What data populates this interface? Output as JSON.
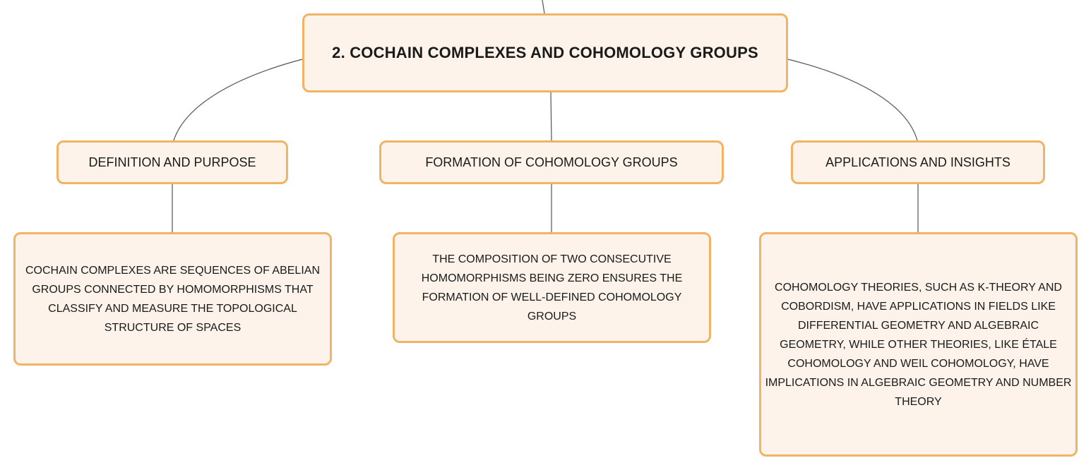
{
  "diagram": {
    "root": {
      "label": "2. COCHAIN COMPLEXES AND COHOMOLOGY GROUPS"
    },
    "topics": [
      {
        "label": "DEFINITION AND PURPOSE",
        "detail": "COCHAIN COMPLEXES ARE SEQUENCES OF ABELIAN GROUPS CONNECTED BY HOMOMORPHISMS THAT CLASSIFY AND MEASURE THE TOPOLOGICAL STRUCTURE OF SPACES"
      },
      {
        "label": "FORMATION OF COHOMOLOGY GROUPS",
        "detail": "THE COMPOSITION OF TWO CONSECUTIVE HOMOMORPHISMS BEING ZERO ENSURES THE FORMATION OF WELL-DEFINED COHOMOLOGY GROUPS"
      },
      {
        "label": "APPLICATIONS AND INSIGHTS",
        "detail": "COHOMOLOGY THEORIES, SUCH AS K-THEORY AND COBORDISM, HAVE APPLICATIONS IN FIELDS LIKE DIFFERENTIAL GEOMETRY AND ALGEBRAIC GEOMETRY, WHILE OTHER THEORIES, LIKE ÉTALE COHOMOLOGY AND WEIL COHOMOLOGY, HAVE IMPLICATIONS IN ALGEBRAIC GEOMETRY AND NUMBER THEORY"
      }
    ],
    "colors": {
      "node_fill": "#fdf3ea",
      "node_border": "#f1b366",
      "edge": "#555555"
    }
  }
}
